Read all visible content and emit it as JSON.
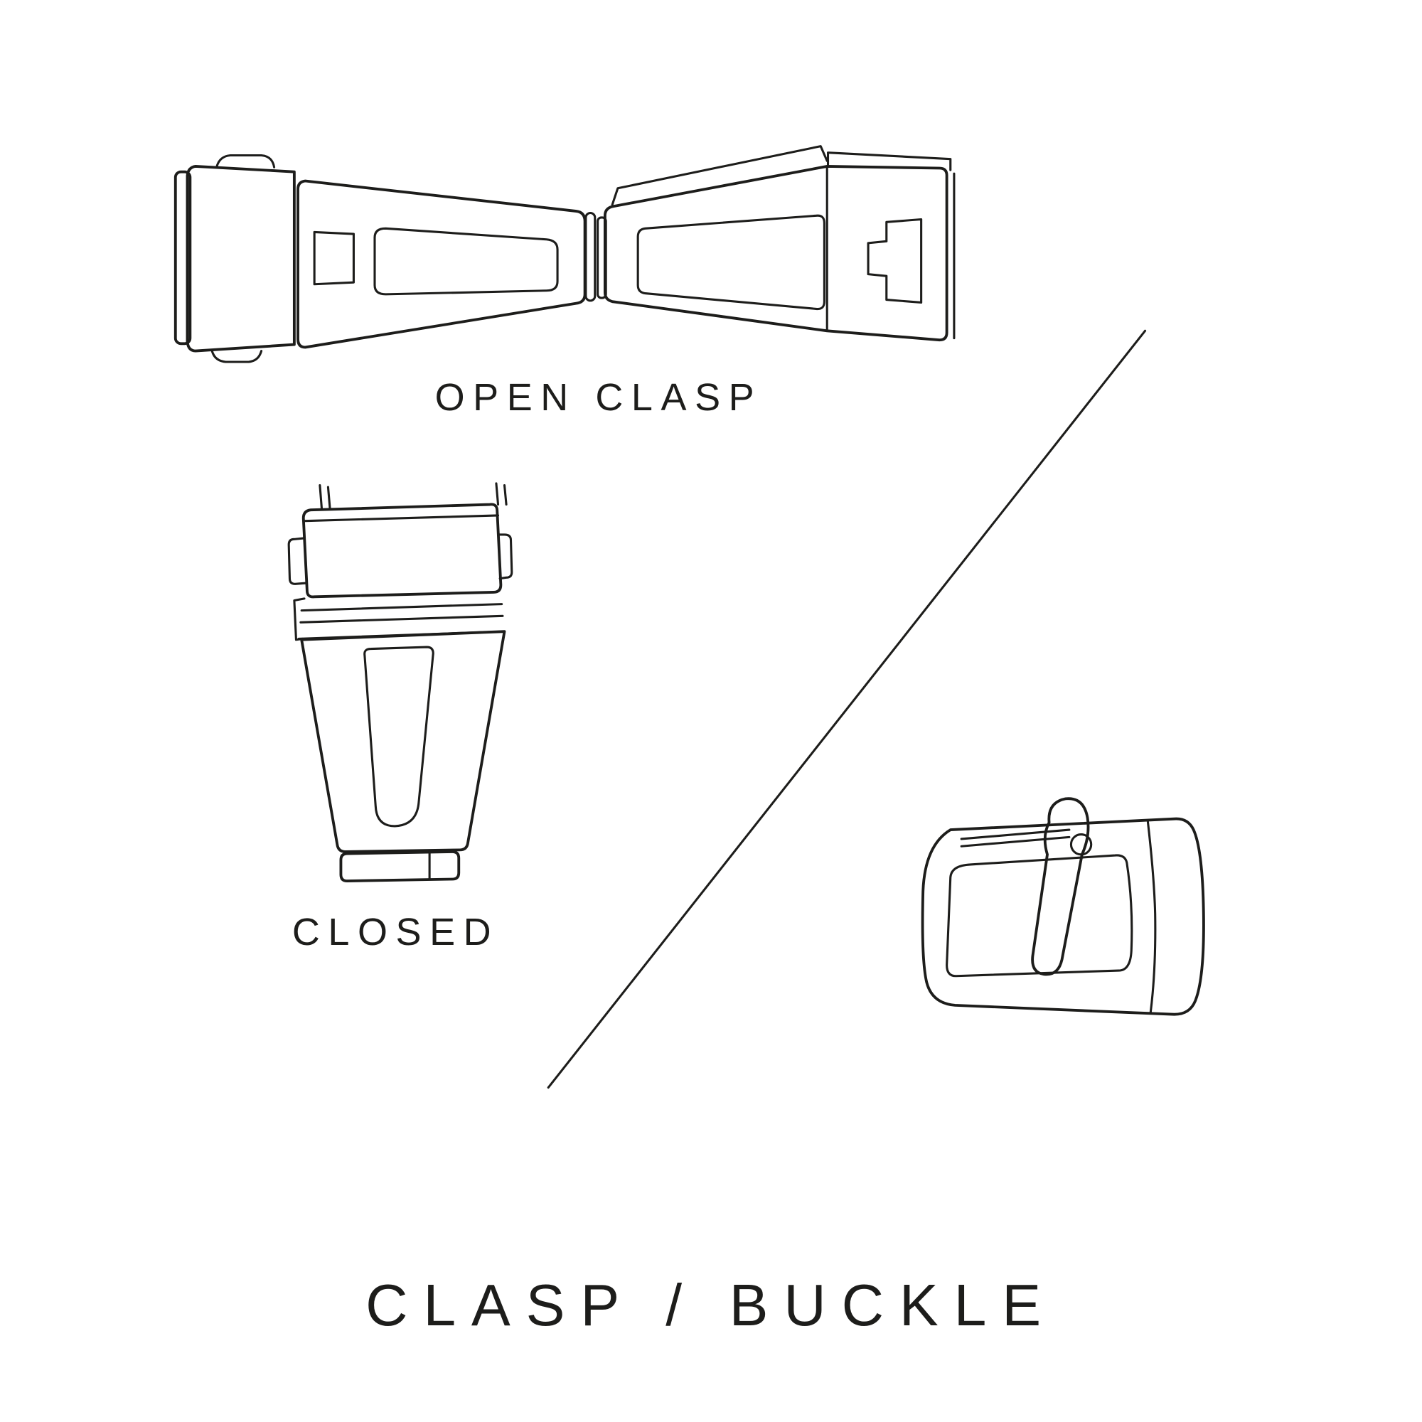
{
  "labels": {
    "open_clasp": "OPEN CLASP",
    "closed": "CLOSED",
    "footer_title": "CLASP / BUCKLE"
  },
  "colors": {
    "line": "#1d1d1b",
    "background": "#ffffff",
    "text": "#1d1d1b"
  },
  "illustrations": {
    "open_clasp": "open-deployant-clasp-illustration",
    "closed_clasp": "closed-deployant-clasp-illustration",
    "tang_buckle": "tang-buckle-illustration",
    "divider": "diagonal-divider-line"
  }
}
